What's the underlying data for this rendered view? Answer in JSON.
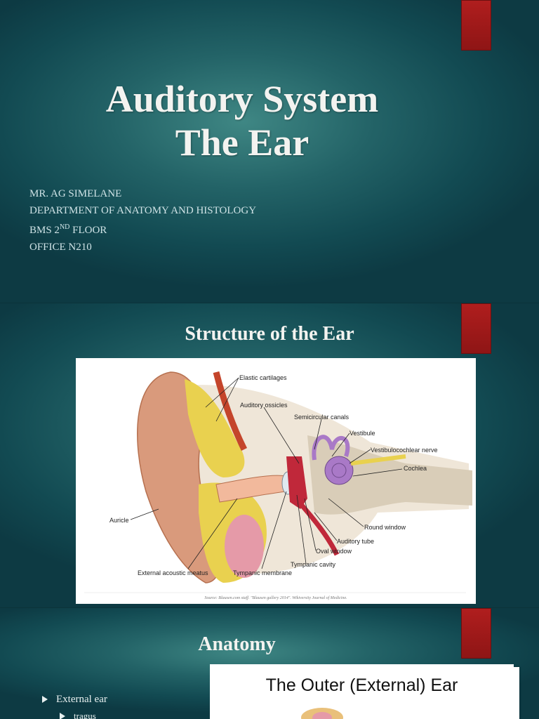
{
  "slide1": {
    "title_line1": "Auditory System",
    "title_line2": "The Ear",
    "presenter": "MR. AG SIMELANE",
    "department": "DEPARTMENT OF ANATOMY AND HISTOLOGY",
    "location_prefix": "BMS 2",
    "location_sup": "ND",
    "location_suffix": " FLOOR",
    "office": "OFFICE N210"
  },
  "slide2": {
    "title": "Structure of the Ear",
    "labels": {
      "elastic_cartilages": "Elastic cartilages",
      "auditory_ossicles": "Auditory ossicles",
      "semicircular_canals": "Semicircular canals",
      "vestibule": "Vestibule",
      "vestibulocochlear_nerve": "Vestibulocochlear nerve",
      "cochlea": "Cochlea",
      "auricle": "Auricle",
      "round_window": "Round window",
      "auditory_tube": "Auditory tube",
      "oval_window": "Oval window",
      "tympanic_cavity": "Tympanic cavity",
      "external_acoustic_meatus": "External acoustic meatus",
      "tympanic_membrane": "Tympanic membrane"
    },
    "source": "Source: Blausen.com staff. \"Blausen gallery 2014\". Wikiversity Journal of Medicine."
  },
  "slide3": {
    "title": "Anatomy",
    "bullet1": "External ear",
    "sub1": "tragus",
    "card_title": "The Outer (External) Ear"
  },
  "colors": {
    "accent_red": "#a11a1a",
    "background_teal": "#236367",
    "title_text": "#f3f3f0"
  }
}
